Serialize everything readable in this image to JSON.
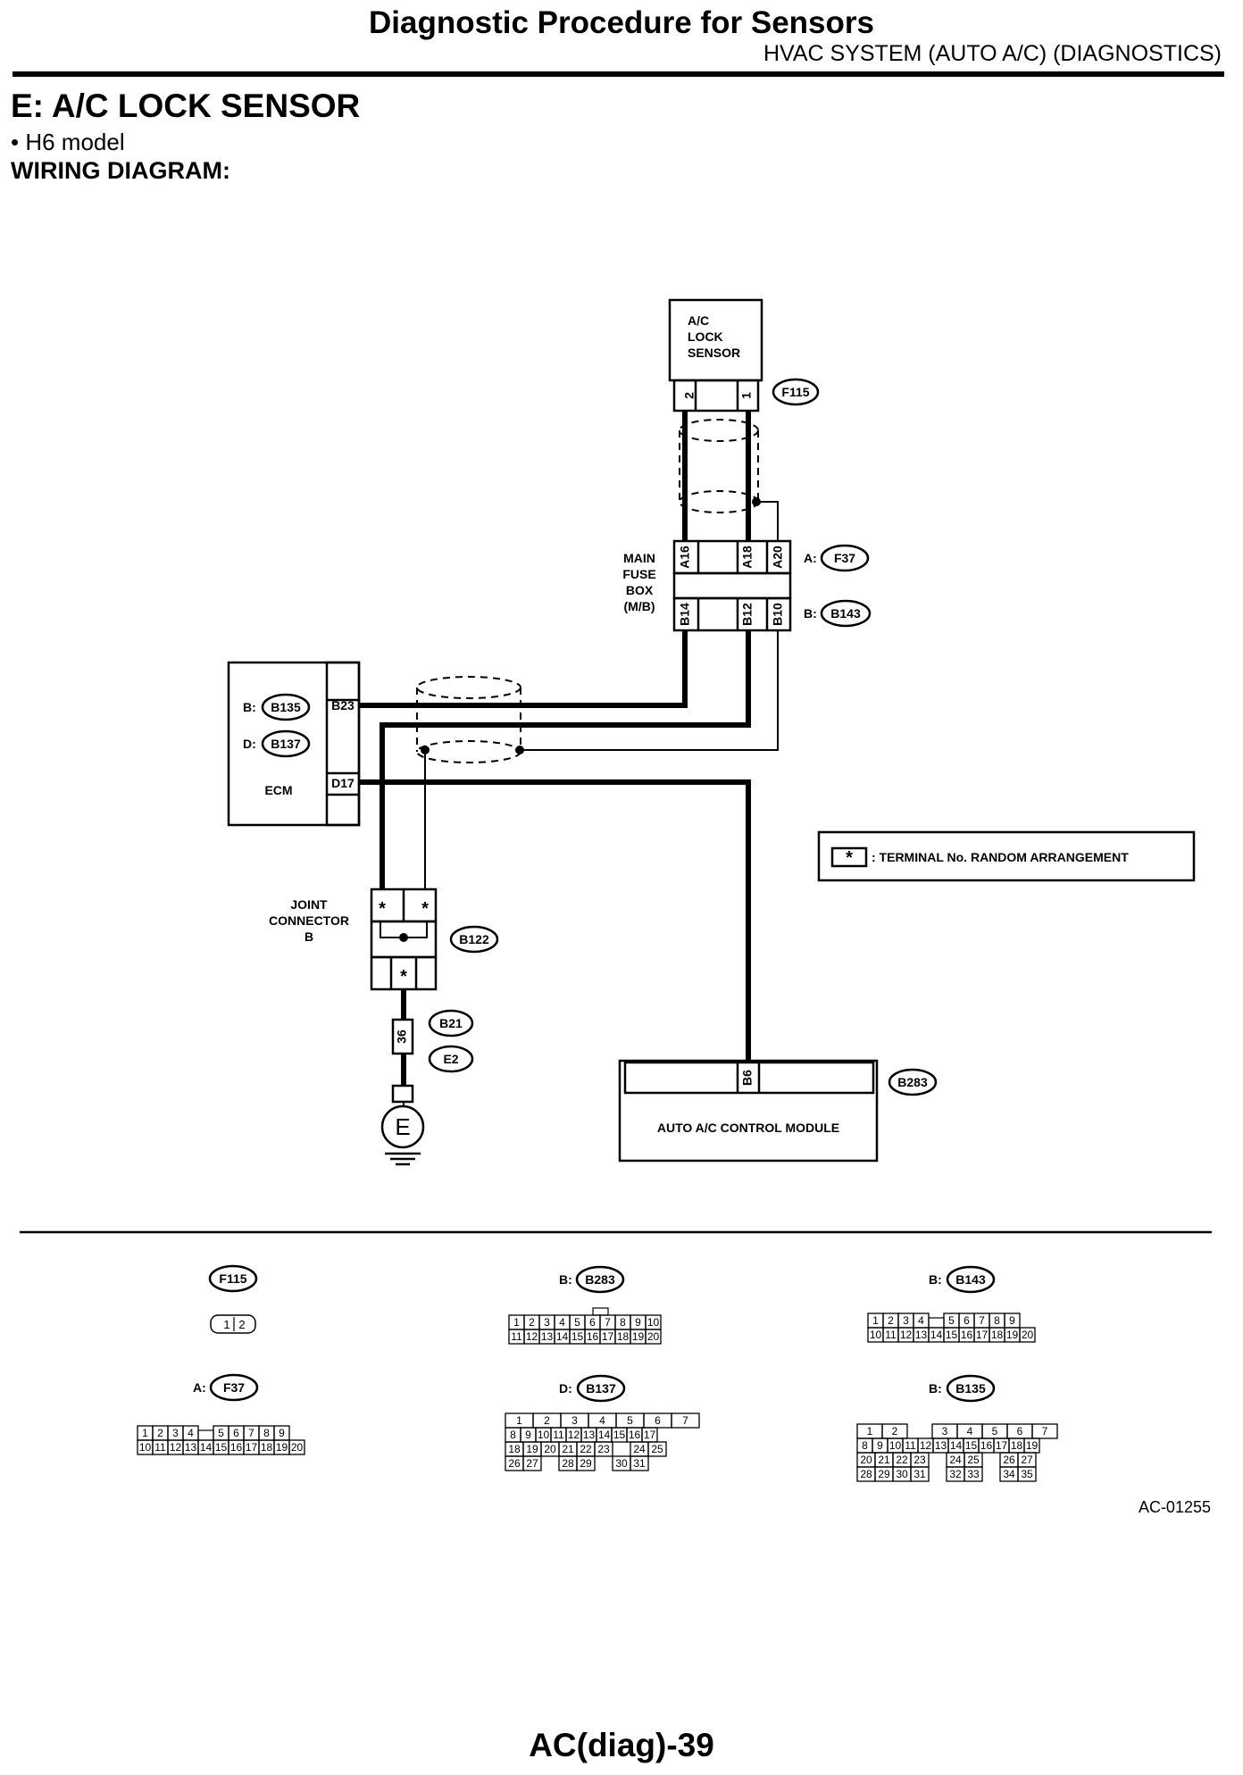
{
  "header": {
    "title": "Diagnostic Procedure for Sensors",
    "subtitle": "HVAC SYSTEM (AUTO A/C) (DIAGNOSTICS)"
  },
  "section": {
    "title": "E:  A/C LOCK SENSOR",
    "bullet": "•  H6 model",
    "wiring_label": "WIRING DIAGRAM:"
  },
  "components": {
    "sensor": {
      "line1": "A/C",
      "line2": "LOCK",
      "line3": "SENSOR",
      "pin_left": "2",
      "pin_right": "1",
      "connector": "F115"
    },
    "fuse_box": {
      "line1": "MAIN",
      "line2": "FUSE",
      "line3": "BOX",
      "line4": "(M/B)",
      "pins_a": [
        "A16",
        "A18",
        "A20"
      ],
      "pins_b": [
        "B14",
        "B12",
        "B10"
      ],
      "prefix_a": "A:",
      "prefix_b": "B:",
      "connector_a": "F37",
      "connector_b": "B143"
    },
    "ecm": {
      "label": "ECM",
      "prefix_b": "B:",
      "prefix_d": "D:",
      "connector_b": "B135",
      "connector_d": "B137",
      "pin_b": "B23",
      "pin_d": "D17"
    },
    "joint": {
      "line1": "JOINT",
      "line2": "CONNECTOR",
      "line3": "B",
      "connector": "B122",
      "star": "*"
    },
    "ground": {
      "pin": "36",
      "connector_1": "B21",
      "connector_2": "E2",
      "symbol": "E"
    },
    "module": {
      "label": "AUTO A/C CONTROL MODULE",
      "pin": "B6",
      "connector": "B283"
    },
    "legend": {
      "star": "*",
      "text": ": TERMINAL No. RANDOM ARRANGEMENT"
    }
  },
  "connector_views": {
    "f115": {
      "name": "F115",
      "cells": [
        "1",
        "2"
      ]
    },
    "b283": {
      "prefix": "B:",
      "name": "B283",
      "row1": [
        "1",
        "2",
        "3",
        "4",
        "5",
        "6",
        "7",
        "8",
        "9",
        "10"
      ],
      "row2": [
        "11",
        "12",
        "13",
        "14",
        "15",
        "16",
        "17",
        "18",
        "19",
        "20"
      ]
    },
    "b143": {
      "prefix": "B:",
      "name": "B143",
      "row1": [
        "1",
        "2",
        "3",
        "4",
        "",
        "5",
        "6",
        "7",
        "8",
        "9"
      ],
      "row2": [
        "10",
        "11",
        "12",
        "13",
        "14",
        "15",
        "16",
        "17",
        "18",
        "19",
        "20"
      ]
    },
    "f37": {
      "prefix": "A:",
      "name": "F37",
      "row1": [
        "1",
        "2",
        "3",
        "4",
        "",
        "5",
        "6",
        "7",
        "8",
        "9"
      ],
      "row2": [
        "10",
        "11",
        "12",
        "13",
        "14",
        "15",
        "16",
        "17",
        "18",
        "19",
        "20"
      ]
    },
    "b137": {
      "prefix": "D:",
      "name": "B137",
      "row1": [
        "1",
        "2",
        "3",
        "4",
        "5",
        "6",
        "7"
      ],
      "row2": [
        "8",
        "9",
        "10",
        "11",
        "12",
        "13",
        "14",
        "15",
        "16",
        "17"
      ],
      "row3": [
        "18",
        "19",
        "20",
        "21",
        "22",
        "23",
        "",
        "24",
        "25"
      ],
      "row4": [
        "26",
        "27",
        "",
        "28",
        "29",
        "",
        "30",
        "31"
      ]
    },
    "b135": {
      "prefix": "B:",
      "name": "B135",
      "row1": [
        "1",
        "2",
        "",
        "3",
        "4",
        "5",
        "6",
        "7"
      ],
      "row2": [
        "8",
        "9",
        "10",
        "11",
        "12",
        "13",
        "14",
        "15",
        "16",
        "17",
        "18",
        "19"
      ],
      "row3": [
        "20",
        "21",
        "22",
        "23",
        "",
        "24",
        "25",
        "",
        "26",
        "27"
      ],
      "row4": [
        "28",
        "29",
        "30",
        "31",
        "",
        "32",
        "33",
        "",
        "34",
        "35"
      ]
    }
  },
  "figure_code": "AC-01255",
  "footer": "AC(diag)-39"
}
